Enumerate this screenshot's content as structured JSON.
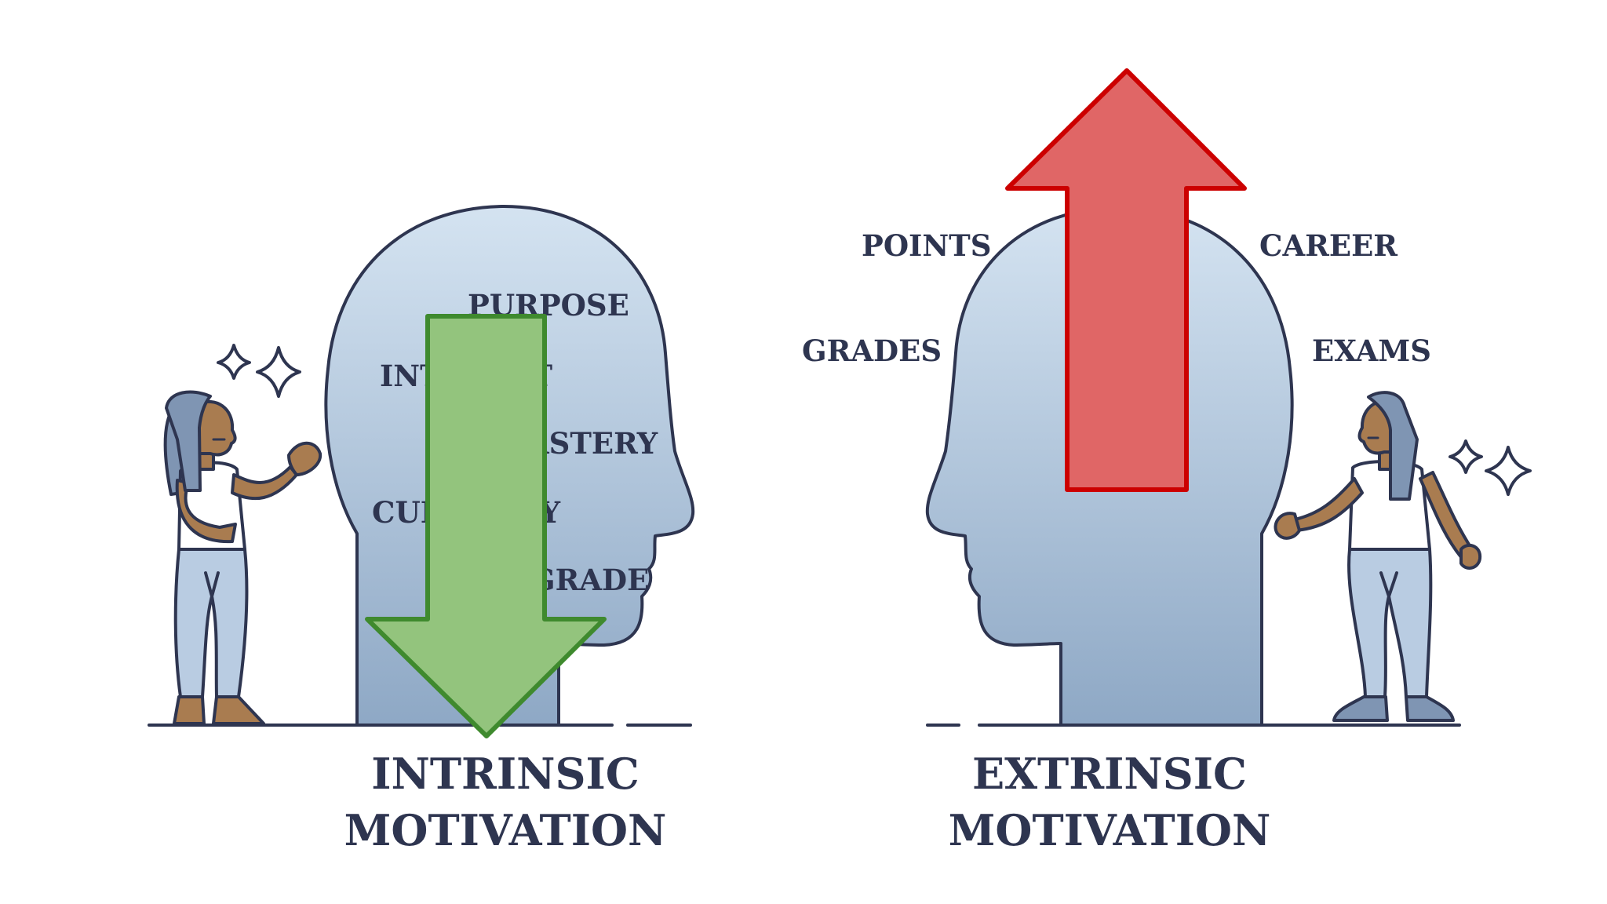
{
  "intrinsic": {
    "words": [
      "PURPOSE",
      "INTEREST",
      "MASTERY",
      "CURIOSITY",
      "GRADE"
    ],
    "title_line1": "INTRINSIC",
    "title_line2": "MOTIVATION",
    "arrow_direction": "down",
    "arrow_color": "#93c47d",
    "arrow_stroke": "#3f8a2e"
  },
  "extrinsic": {
    "words": [
      "POINTS",
      "CAREER",
      "GRADES",
      "EXAMS"
    ],
    "title_line1": "EXTRINSIC",
    "title_line2": "MOTIVATION",
    "arrow_direction": "up",
    "arrow_color": "#e06666",
    "arrow_stroke": "#cc0000"
  },
  "colors": {
    "outline": "#2e3550",
    "head_top": "#cfe0ef",
    "head_bottom": "#8fa9c6",
    "skin": "#a97c50",
    "hair": "#7f95b3",
    "pants": "#b9cce2",
    "shirt": "#ffffff"
  }
}
